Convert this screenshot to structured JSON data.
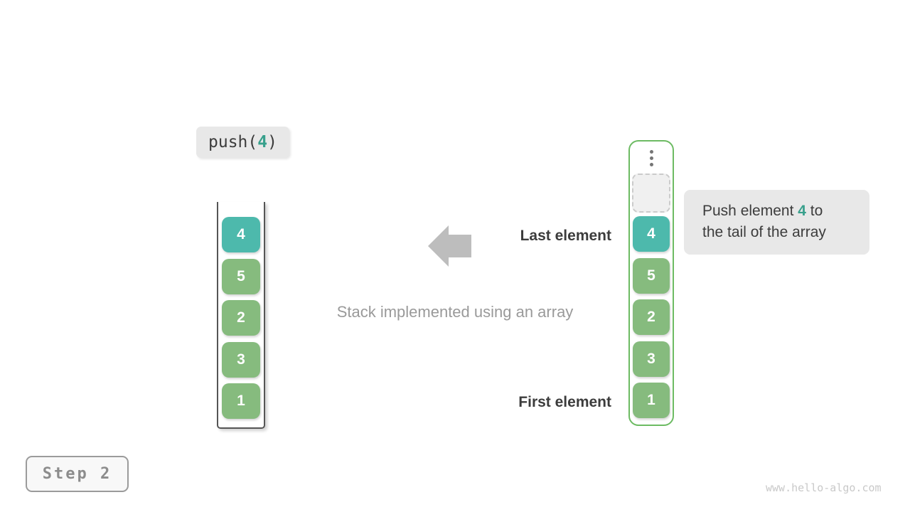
{
  "colors": {
    "teal": "#4db9ac",
    "green": "#86bb7e",
    "green_border": "#6dbb63",
    "accent_text": "#38a08c",
    "bubble_bg": "#e8e8e8",
    "dark_text": "#3c3c3c",
    "muted_text": "#9a9a9a",
    "arrow_gray": "#bdbdbd",
    "container_border": "#555555",
    "slot_bg": "#f0f0f0",
    "slot_border": "#cbcbcb",
    "dots_gray": "#757575",
    "step_bg": "#f8f8f8",
    "step_border": "#9b9b9b",
    "step_text": "#8c8c8c",
    "watermark_text": "#c9c9c9"
  },
  "operation": {
    "prefix": "push(",
    "value": "4",
    "suffix": ")"
  },
  "left_stack": {
    "values": [
      "4",
      "5",
      "2",
      "3",
      "1"
    ],
    "highlight_index": 0
  },
  "right_stack": {
    "values": [
      "4",
      "5",
      "2",
      "3",
      "1"
    ],
    "highlight_index": 0
  },
  "labels": {
    "last_element": "Last element",
    "first_element": "First element",
    "caption": "Stack implemented using an array"
  },
  "annotation": {
    "line1_prefix": "Push element ",
    "highlight_value": "4",
    "line1_suffix": " to",
    "line2": "the tail of the array"
  },
  "step_label": "Step 2",
  "watermark": "www.hello-algo.com",
  "icons": {
    "arrow": "left-arrow",
    "ellipsis": "vertical-ellipsis"
  }
}
